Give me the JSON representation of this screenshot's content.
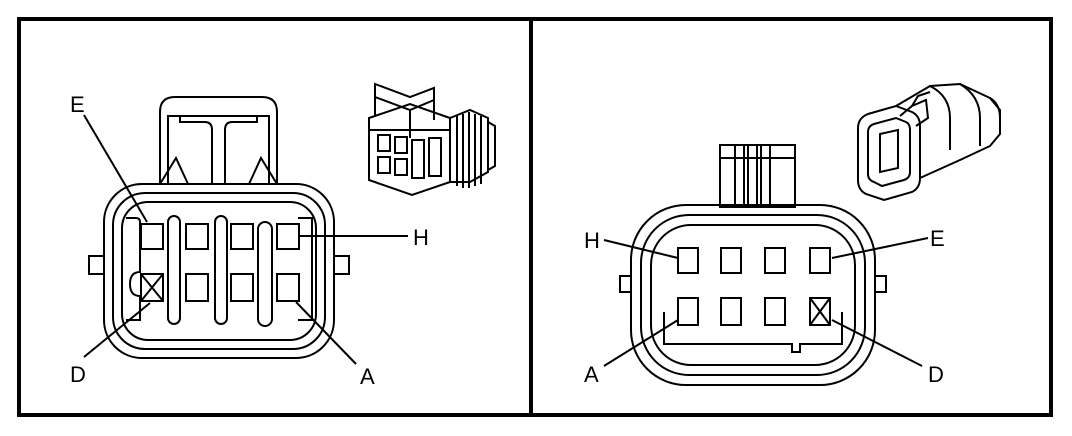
{
  "left_panel": {
    "labels": {
      "top_left": "E",
      "top_right": "H",
      "bottom_left": "D",
      "bottom_right": "A"
    }
  },
  "right_panel": {
    "labels": {
      "top_left": "H",
      "top_right": "E",
      "bottom_left": "A",
      "bottom_right": "D"
    }
  }
}
